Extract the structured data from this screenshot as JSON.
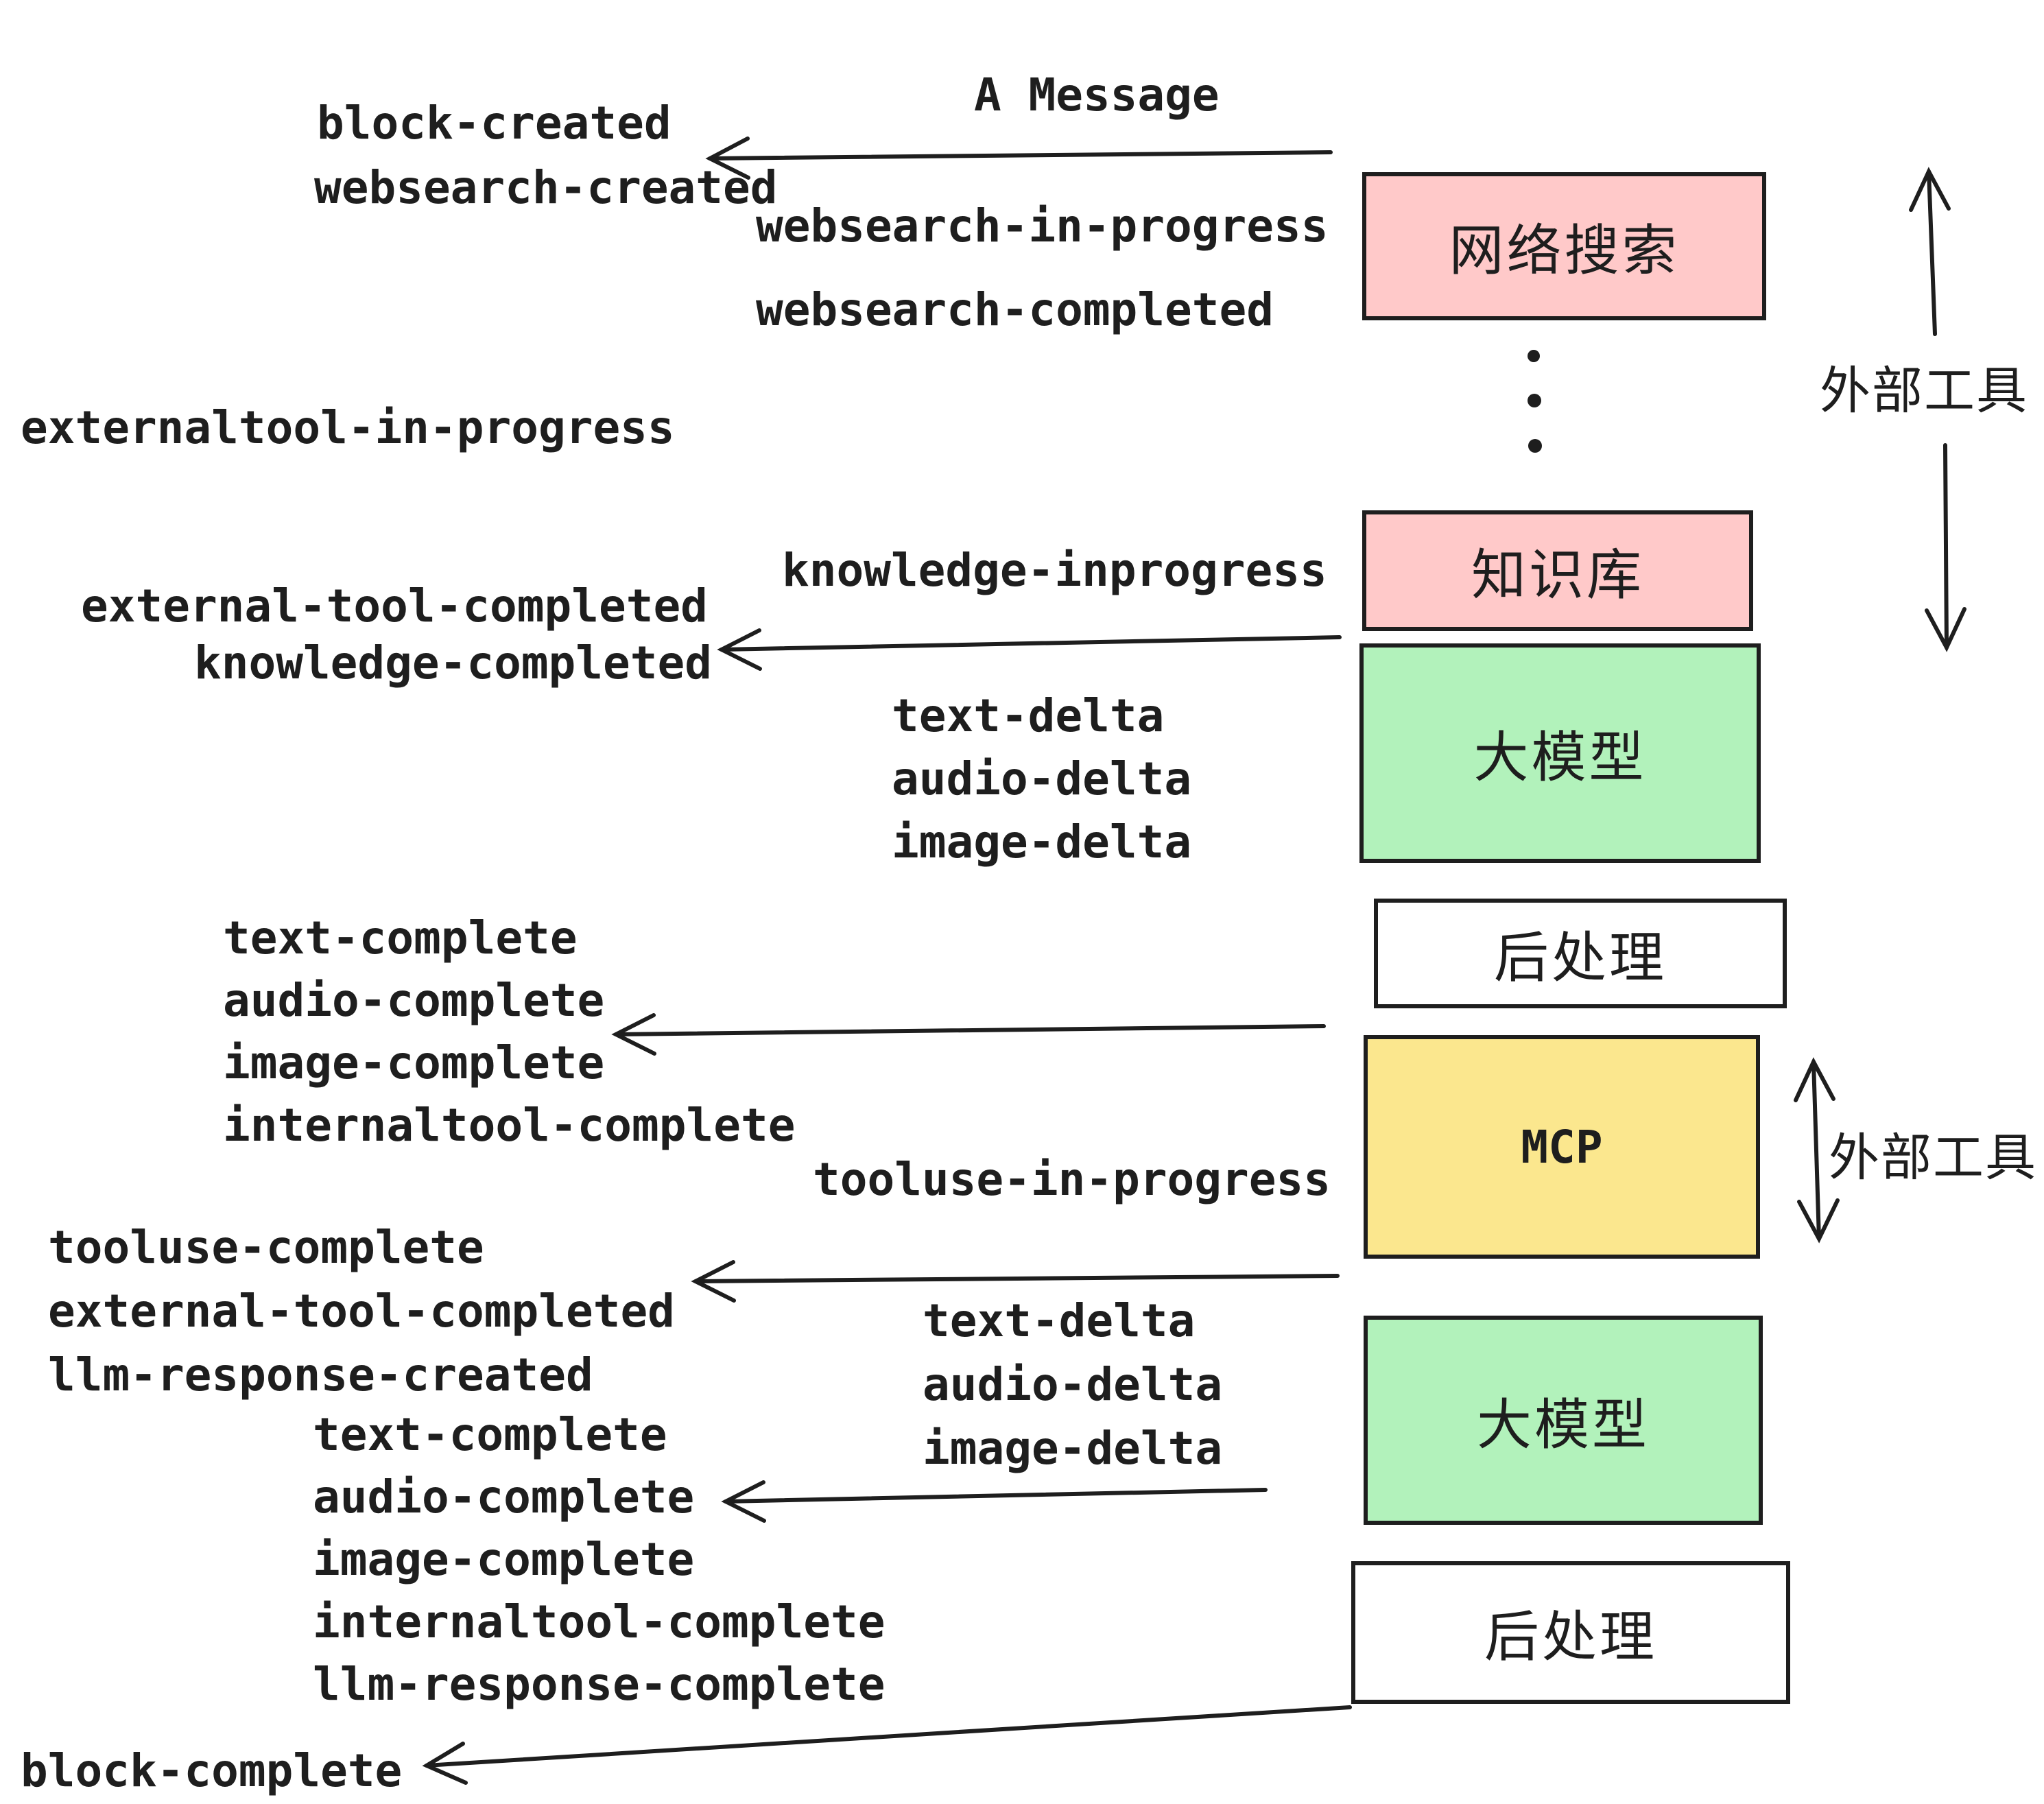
{
  "title": "A Message",
  "colors": {
    "stroke": "#1e1e1e",
    "pink": "#ffc9c9",
    "green": "#b2f2bb",
    "yellow": "#fbe78e",
    "white": "#ffffff"
  },
  "boxes": {
    "websearch": "网络搜索",
    "knowledge": "知识库",
    "llm1": "大模型",
    "post1": "后处理",
    "mcp": "MCP",
    "llm2": "大模型",
    "post2": "后处理"
  },
  "side": {
    "external_tool_top": "外部工具",
    "external_tool_mid": "外部工具"
  },
  "events": {
    "block_created": "block-created",
    "websearch_created": "websearch-created",
    "websearch_in_progress": "websearch-in-progress",
    "websearch_completed": "websearch-completed",
    "externaltool_in_progress": "externaltool-in-progress",
    "knowledge_inprogress": "knowledge-inprogress",
    "external_tool_completed": "external-tool-completed",
    "knowledge_completed": "knowledge-completed",
    "delta_group_1": "text-delta\naudio-delta\nimage-delta",
    "complete_group_1": "text-complete\naudio-complete\nimage-complete\ninternaltool-complete",
    "tooluse_in_progress": "tooluse-in-progress",
    "tool_group": "tooluse-complete\nexternal-tool-completed\nllm-response-created",
    "delta_group_2": "text-delta\naudio-delta\nimage-delta",
    "complete_group_2": "text-complete\naudio-complete\nimage-complete\ninternaltool-complete\nllm-response-complete",
    "block_complete": "block-complete"
  }
}
